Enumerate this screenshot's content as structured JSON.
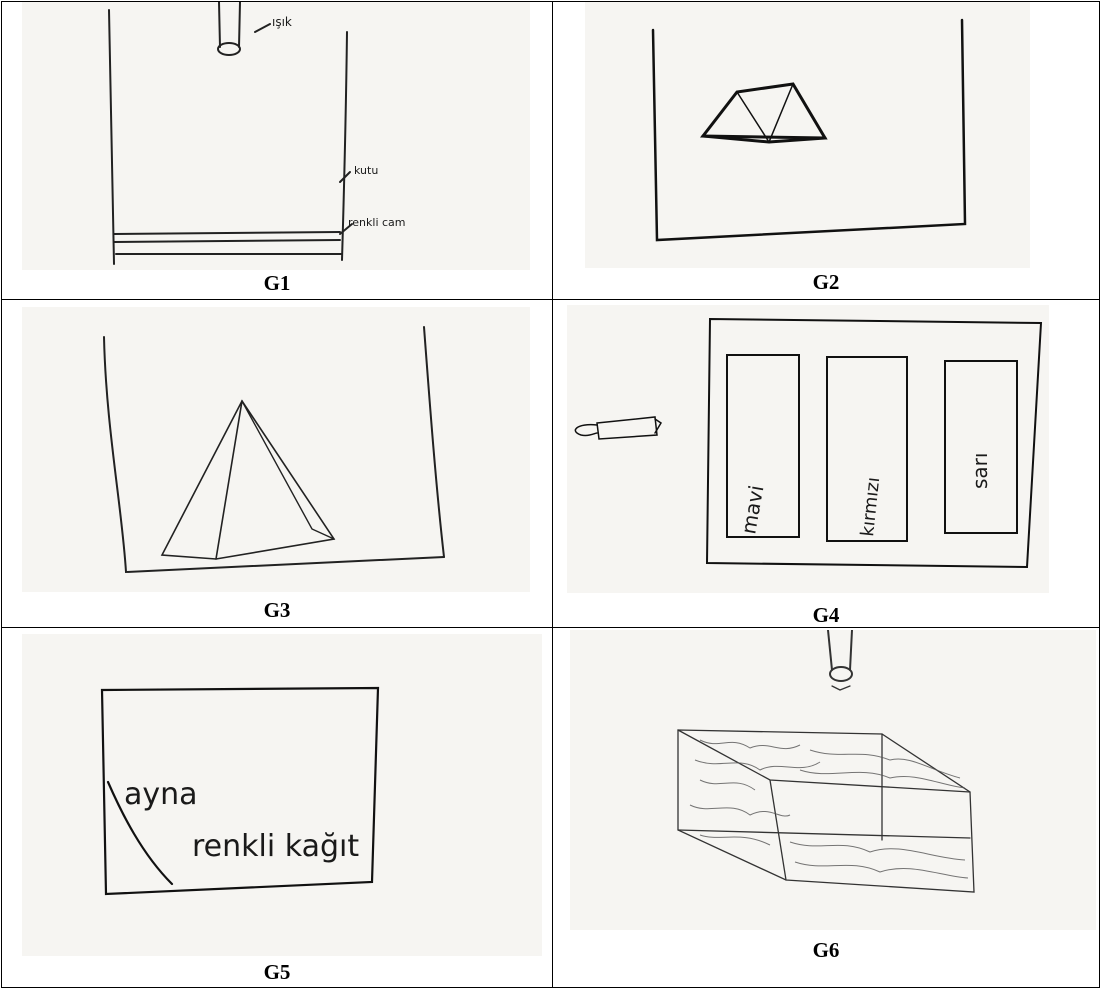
{
  "panels": [
    {
      "label": "G1",
      "annotations": [
        "ışık",
        "kutu",
        "renkli cam"
      ]
    },
    {
      "label": "G2",
      "annotations": []
    },
    {
      "label": "G3",
      "annotations": []
    },
    {
      "label": "G4",
      "annotations": [
        "mavi",
        "kırmızı",
        "sarı"
      ]
    },
    {
      "label": "G5",
      "annotations": [
        "ayna",
        "renkli kağıt"
      ]
    },
    {
      "label": "G6",
      "annotations": []
    }
  ]
}
